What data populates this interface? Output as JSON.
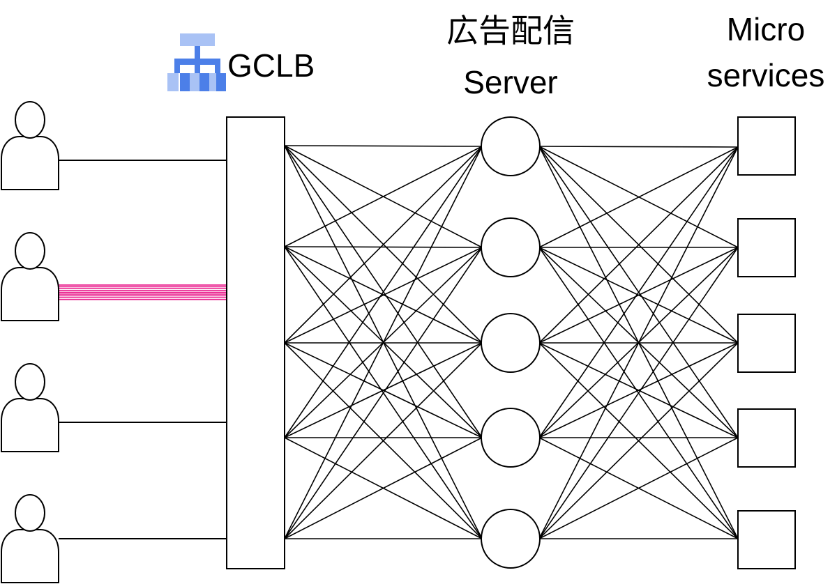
{
  "labels": {
    "gclb": "GCLB",
    "server_line1": "広告配信",
    "server_line2": "Server",
    "micro_line1": "Micro",
    "micro_line2": "services"
  },
  "nodes": {
    "users": [
      "user-1",
      "user-2",
      "user-3",
      "user-4"
    ],
    "servers": [
      "server-1",
      "server-2",
      "server-3",
      "server-4",
      "server-5"
    ],
    "microservices": [
      "microservice-1",
      "microservice-2",
      "microservice-3",
      "microservice-4",
      "microservice-5"
    ]
  },
  "highlighted_user": 2,
  "colors": {
    "stroke": "#000000",
    "highlight": "#e6007e",
    "gclb_icon_dark": "#4c7fe8",
    "gclb_icon_light": "#a9c2f5"
  },
  "icons": {
    "gclb": "load-balancer-icon",
    "user": "person-icon"
  }
}
